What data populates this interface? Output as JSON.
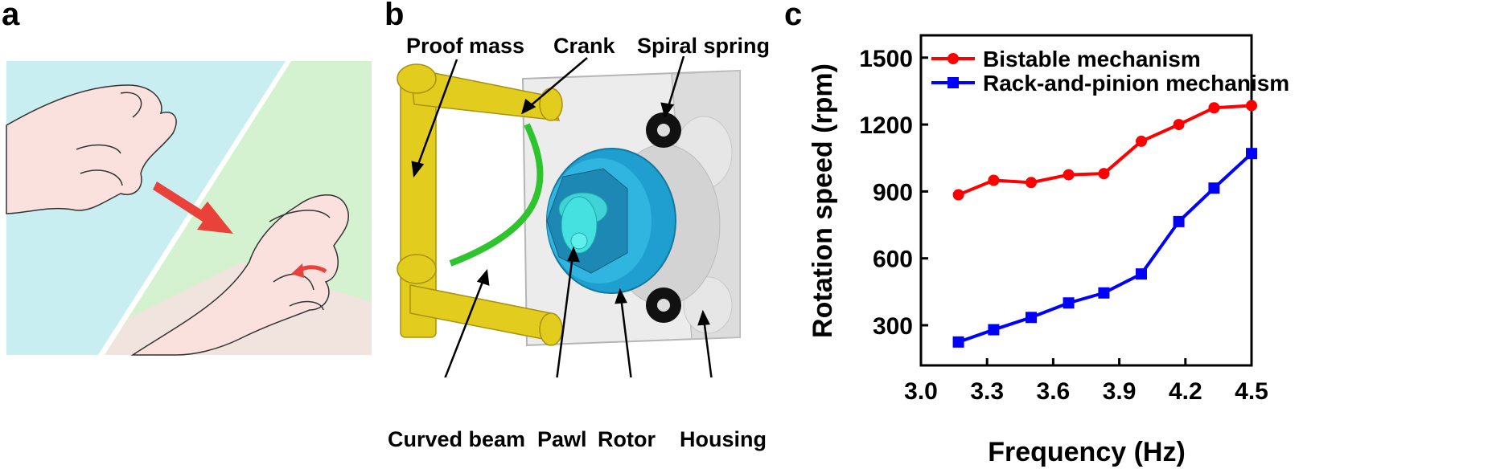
{
  "panels": {
    "a": {
      "letter": "a"
    },
    "b": {
      "letter": "b",
      "labels": {
        "proof_mass": "Proof mass",
        "crank": "Crank",
        "spiral_spring": "Spiral spring",
        "curved_beam": "Curved beam",
        "pawl": "Pawl",
        "rotor": "Rotor",
        "housing": "Housing"
      }
    },
    "c": {
      "letter": "c"
    }
  },
  "chart_data": {
    "type": "line",
    "xlabel": "Frequency (Hz)",
    "ylabel": "Rotation speed (rpm)",
    "xlim": [
      3.0,
      4.5
    ],
    "ylim": [
      120,
      1600
    ],
    "xticks": [
      3.0,
      3.3,
      3.6,
      3.9,
      4.2,
      4.5
    ],
    "xtick_labels": [
      "3.0",
      "3.3",
      "3.6",
      "3.9",
      "4.2",
      "4.5"
    ],
    "yticks": [
      300,
      600,
      900,
      1200,
      1500
    ],
    "ytick_labels": [
      "300",
      "600",
      "900",
      "1200",
      "1500"
    ],
    "legend_position": "top-left",
    "colors": {
      "bistable": "#ff0000",
      "rack": "#0000ff"
    },
    "series": [
      {
        "name": "Bistable mechanism",
        "marker": "circle",
        "x": [
          3.17,
          3.33,
          3.5,
          3.67,
          3.83,
          4.0,
          4.17,
          4.33,
          4.5
        ],
        "y": [
          885,
          950,
          940,
          975,
          980,
          1125,
          1200,
          1275,
          1285
        ]
      },
      {
        "name": "Rack-and-pinion mechanism",
        "marker": "square",
        "x": [
          3.17,
          3.33,
          3.5,
          3.67,
          3.83,
          4.0,
          4.17,
          4.33,
          4.5
        ],
        "y": [
          225,
          280,
          335,
          400,
          445,
          530,
          765,
          915,
          1070
        ]
      }
    ]
  }
}
